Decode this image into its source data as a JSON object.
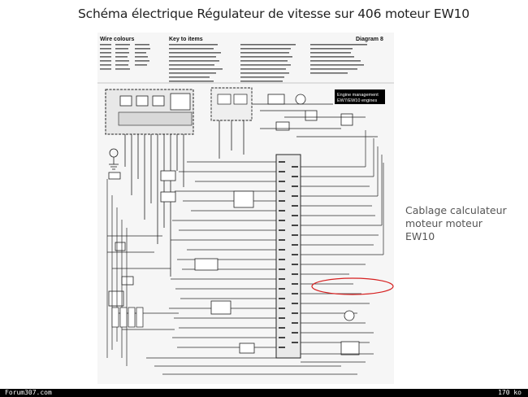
{
  "page": {
    "title": "Schéma électrique Régulateur de vitesse sur 406 moteur EW10",
    "annotation_lines": [
      "Cablage calculateur",
      "moteur moteur",
      "EW10"
    ],
    "footer_left": "Forum307.com",
    "footer_right": "170 ko"
  },
  "diagram": {
    "key_wire_colours": "Wire colours",
    "key_items": "Key to items",
    "key_diagram": "Diagram 8",
    "engine_management_label": "Engine management",
    "ecu_label": "EW7/EW10 engines",
    "colors": {
      "wire": "#2a2a2a",
      "highlight": "#d62020",
      "label_box": "#000000"
    }
  }
}
